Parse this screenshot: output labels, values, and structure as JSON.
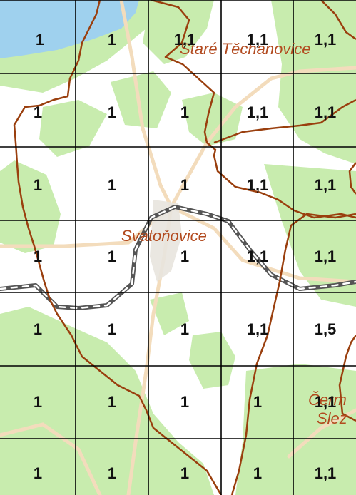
{
  "map": {
    "grid_values": [
      [
        "1",
        "1",
        "1,1",
        "1,1",
        "1,1"
      ],
      [
        "1",
        "1",
        "1",
        "1,1",
        "1,1"
      ],
      [
        "1",
        "1",
        "1",
        "1,1",
        "1,1"
      ],
      [
        "1",
        "1",
        "1",
        "1,1",
        "1,1"
      ],
      [
        "1",
        "1",
        "1",
        "1,1",
        "1,5"
      ],
      [
        "1",
        "1",
        "1",
        "1",
        "1,1"
      ],
      [
        "1",
        "1",
        "1",
        "1",
        "1,1"
      ]
    ],
    "place_labels": {
      "stare_techanovice": "Staré Těchanovice",
      "svatonovice": "Svatoňovice",
      "cermna_line1": "Čerm",
      "cermna_line2": "Slez"
    },
    "colors": {
      "forest": "#c8ecae",
      "open_land": "#ffffff",
      "water": "#9fd1ee",
      "boundary": "#9a3f0e",
      "place_label": "#b24a1f",
      "road": "#f3dcbc",
      "railway": "#555555",
      "grid": "#000000"
    }
  }
}
